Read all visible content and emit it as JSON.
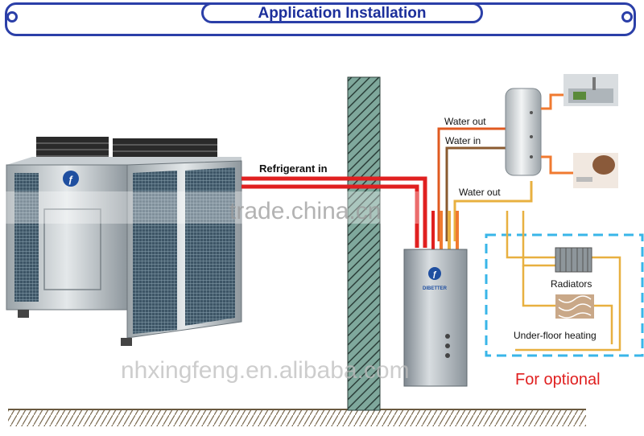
{
  "header": {
    "title": "Application Installation"
  },
  "labels": {
    "refrigerant_in": "Refrigerant in",
    "water_out_top": "Water out",
    "water_in": "Water in",
    "water_out_mid": "Water out",
    "radiators": "Radiators",
    "under_floor_heating": "Under-floor heating",
    "for_optional": "For optional"
  },
  "brand": {
    "unit_logo": "DIBETTER"
  },
  "watermarks": {
    "trade": "trade.china.cn",
    "site": "nhxingfeng.en.alibaba.com"
  },
  "colors": {
    "header_blue": "#2b3fa8",
    "refrigerant_red": "#e02020",
    "water_orange": "#f07a30",
    "heating_gold": "#e8b040",
    "optional_dash": "#39b6e8",
    "optional_text": "#e02020"
  }
}
